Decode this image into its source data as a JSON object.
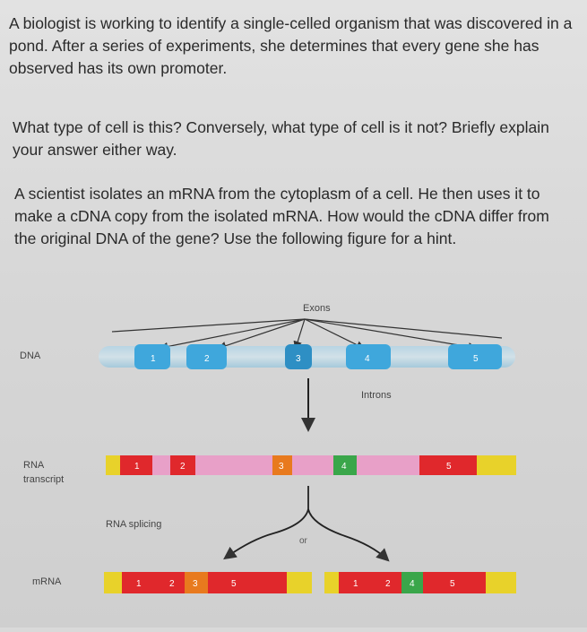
{
  "question1": {
    "text": "A biologist is working to identify a single-celled organism that was discovered in a pond. After a series of experiments, she determines that every gene she has observed has its own promoter."
  },
  "question2": {
    "text": "What type of cell is this? Conversely, what type of cell is it not? Briefly explain your answer either way."
  },
  "question3": {
    "text": "A scientist isolates an mRNA from the cytoplasm of a cell. He then uses it to make a cDNA copy from the isolated mRNA. How would the cDNA differ from the original DNA of the gene? Use the following figure for a hint."
  },
  "figure": {
    "exons_label": "Exons",
    "introns_label": "Introns",
    "dna_label": "DNA",
    "rna_label_line1": "RNA",
    "rna_label_line2": "transcript",
    "splicing_label": "RNA splicing",
    "or_label": "or",
    "mrna_label": "mRNA",
    "exon_numbers": [
      "1",
      "2",
      "3",
      "4",
      "5"
    ],
    "mrna_left_numbers": [
      "1",
      "2",
      "3",
      "5"
    ],
    "mrna_right_numbers": [
      "1",
      "2",
      "4",
      "5"
    ],
    "colors": {
      "dna_exon": "#3fa7dc",
      "dna_intron": "#bfe3f4",
      "red": "#e0282c",
      "pink": "#e8a0c8",
      "green": "#3aa64a",
      "yellow": "#e8d22a",
      "orange": "#e87a1e"
    }
  }
}
